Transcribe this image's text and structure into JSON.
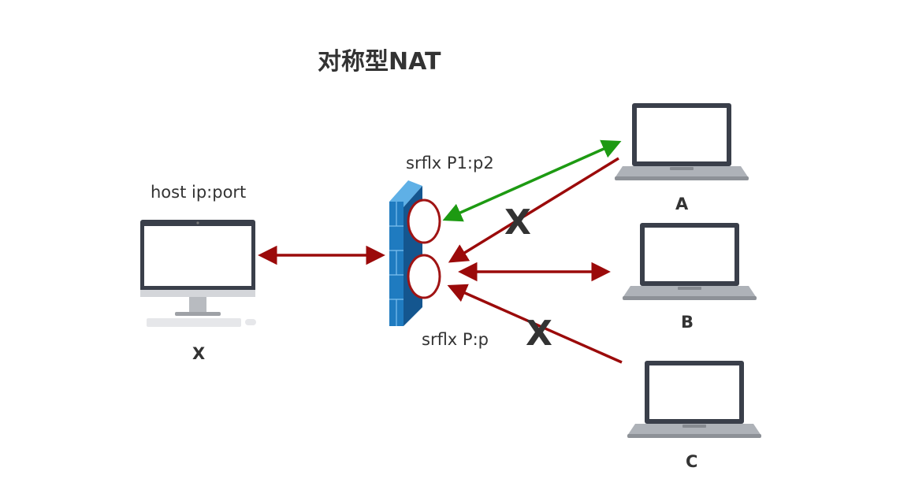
{
  "title": "对称型NAT",
  "labels": {
    "host": "host ip:port",
    "srflx_p1": "srflx P1:p2",
    "srflx_p": "srflx P:p"
  },
  "devices": {
    "x": "X",
    "a": "A",
    "b": "B",
    "c": "C"
  },
  "blocked_marks": [
    "X",
    "X"
  ],
  "colors": {
    "red_arrow": "#9b0a0a",
    "green_arrow": "#1d9a12",
    "firewall": "#1f7bc0",
    "port_ring": "#a01414",
    "text": "#333333"
  }
}
